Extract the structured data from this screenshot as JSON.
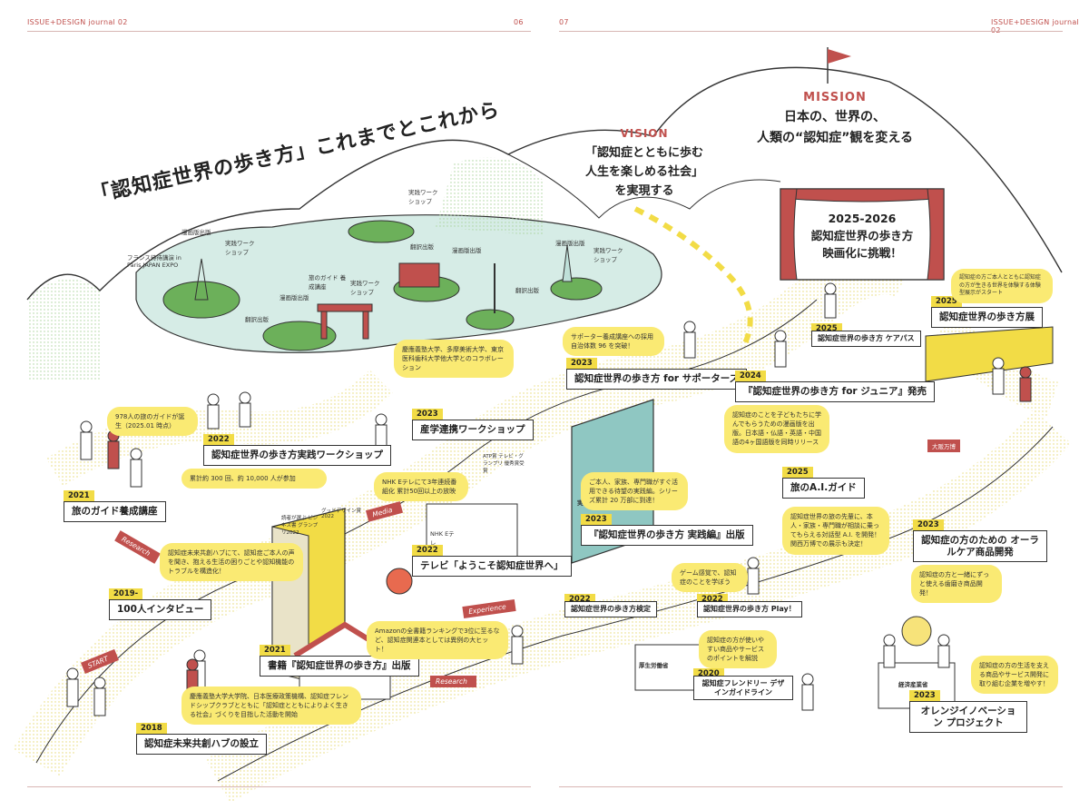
{
  "header": {
    "left_brand": "ISSUE+DESIGN journal 02",
    "left_page": "06",
    "right_page": "07",
    "right_brand": "ISSUE+DESIGN journal 02"
  },
  "title": "「認知症世界の歩き方」これまでとこれから",
  "mission": {
    "heading": "MISSION",
    "line1": "日本の、世界の、",
    "line2": "人類の“認知症”観を変える"
  },
  "vision": {
    "heading": "VISION",
    "line1": "「認知症とともに歩む",
    "line2": "人生を楽しめる社会」",
    "line3": "を実現する"
  },
  "screen": {
    "line1": "2025-2026",
    "line2": "認知症世界の歩き方",
    "line3": "映画化に挑戦！"
  },
  "island_labels": {
    "manga_fr": "漫画版出版",
    "workshop_fr": "実践ワーク ショップ",
    "expo": "フランス待待講演 in Paris JAPAN EXPO",
    "guide_tw": "旅のガイド 養成講座",
    "manga_tw": "漫画版出版",
    "workshop_tw": "実践ワーク ショップ",
    "translate_tw": "翻訳出版",
    "translate_cn": "翻訳出版",
    "manga_cn": "漫画版出版",
    "translate_kr": "翻訳出版",
    "workshop_de": "実践ワーク ショップ",
    "manga_us": "漫画版出版",
    "workshop_us": "実践ワーク ショップ"
  },
  "arrows": {
    "start": "START",
    "research": "Research",
    "media": "Media",
    "experience": "Experience",
    "research2": "Research"
  },
  "milestones": {
    "m2018": {
      "year": "2018",
      "label": "認知症未来共創ハブの設立",
      "note": "慶應義塾大学大学院、日本医療政策機構、認知症フレンドシップクラブとともに「認知症とともによりよく生きる社会」づくりを目指した活動を開始"
    },
    "m2019": {
      "year": "2019-",
      "label": "100人インタビュー",
      "note": "認知症未来共創ハブにて、認知症ご本人の声を聞き、抱える生活の困りごとや認知機能のトラブルを構造化！"
    },
    "m2021a": {
      "year": "2021",
      "label": "旅のガイド養成講座",
      "note": "978人の旅のガイドが誕生（2025.01 時点）"
    },
    "m2022a": {
      "year": "2022",
      "label": "認知症世界の歩き方実践ワークショップ",
      "note": "累計約 300 回、約 10,000 人が参加"
    },
    "m2023a": {
      "year": "2023",
      "label": "産学連携ワークショップ",
      "note": "慶應義塾大学、多摩美術大学、東京医科歯科大学他大学とのコラボレーション"
    },
    "m2021b": {
      "year": "2021",
      "label": "書籍『認知症世界の歩き方』出版",
      "note": "Amazonの全書籍ランキングで3位に至るなど、認知症関連本としては異例の大ヒット！"
    },
    "m2022b": {
      "year": "2022",
      "label": "テレビ「ようこそ認知症世界へ」",
      "note": "NHK Eテレにて3年連続番組化 累計50回以上の放映"
    },
    "m2023b": {
      "year": "2023",
      "label": "認知症世界の歩き方 for サポーターズ",
      "note": "サポーター養成講座への採用 自治体数 96 を突破！"
    },
    "m2024": {
      "year": "2024",
      "label": "『認知症世界の歩き方 for ジュニア』発売",
      "note": "認知症のことを子どもたちに学んでもらうための漫画版を出版。日本語・仏語・英語・中国語の4ヶ国語版を同時リリース"
    },
    "m2025a": {
      "year": "2025",
      "label": "認知症世界の歩き方 ケアパス"
    },
    "m2025b": {
      "year": "2025",
      "label": "認知症世界の歩き方展",
      "note": "認知症の方ご本人とともに認知症の方が生きる世界を体験する体験型展示がスタート"
    },
    "m2023c": {
      "year": "2023",
      "label": "『認知症世界の歩き方 実践編』出版",
      "note": "ご本人、家族、専門職がすぐ活用できる待望の実践編。シリーズ累計 20 万部に到達！"
    },
    "m2025c": {
      "year": "2025",
      "label": "旅のA.I.ガイド",
      "note": "認知症世界の旅の先輩に、本人・家族・専門職が相談に乗ってもらえる対話型 A.I. を開発！関西万博での展示も決定！"
    },
    "m2023d": {
      "year": "2023",
      "label": "認知症の方のための オーラルケア商品開発",
      "note": "認知症の方と一緒にずっと使える歯磨き商品開発！"
    },
    "m2022c": {
      "year": "2022",
      "label": "認知症世界の歩き方検定"
    },
    "m2022d": {
      "year": "2022",
      "label": "認知症世界の歩き方 Play！",
      "note": "ゲーム感覚で、認知症のことを学ぼう"
    },
    "m2020": {
      "year": "2020",
      "label": "認知症フレンドリー デザインガイドライン",
      "note": "認知症の方が使いやすい商品やサービスのポイントを解説"
    },
    "m2023e": {
      "year": "2023",
      "label": "オレンジイノベーション プロジェクト",
      "note": "認知症の方の生活を支える商品やサービス開発に取り組む企業を増やす！"
    }
  },
  "signs": {
    "ministry_health": "厚生労働省",
    "ministry_econ": "経済産業省",
    "osaka_expo": "大阪万博",
    "practical_book": "実践編",
    "nhk": "NHK Eテレ",
    "award": "グッドデザイン賞 2022",
    "award2": "読者が選ぶ ビジネス書 グランプリ2022",
    "banner": "ATP賞 テレビ・グランプリ 優秀賞受賞"
  },
  "colors": {
    "accent_red": "#c0504d",
    "yellow": "#f2dc46",
    "bubble": "#faea73",
    "lake": "#d6ece6",
    "grass": "#6cb05a",
    "path": "#fdf7c6"
  }
}
